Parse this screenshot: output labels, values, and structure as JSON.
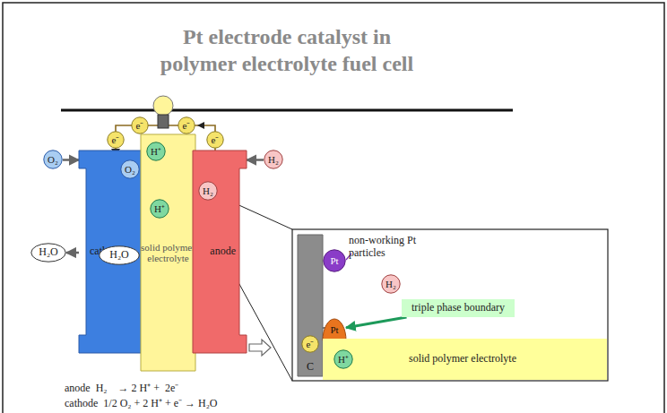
{
  "diagram": {
    "title": "Pt electrode catalyst in polymer electrolyte fuel cell",
    "nodes": [
      {
        "text": [
          "cathode"
        ]
      },
      {
        "text": [
          "H₂O"
        ],
        "in": 0
      },
      {
        "text": [
          "O₂"
        ],
        "in": 0
      },
      {
        "text": [
          "solid polymer electrolyte"
        ]
      },
      {
        "text": [
          "H⁺"
        ],
        "in": 3
      },
      {
        "text": [
          "H⁺"
        ],
        "in": 3
      },
      {
        "text": [
          "anode"
        ]
      },
      {
        "text": [
          "H₂"
        ],
        "in": 6
      },
      {
        "text": [
          "O₂"
        ]
      },
      {
        "text": [
          "H₂"
        ]
      },
      {
        "text": [
          "H₂O"
        ]
      },
      {
        "text": [
          "e⁻"
        ]
      },
      {
        "text": [
          "e⁻"
        ]
      },
      {
        "text": [
          "e⁻"
        ]
      },
      {
        "text": [
          "e⁻"
        ]
      },
      {
        "text": [
          "C"
        ]
      },
      {
        "text": [
          "e⁻"
        ],
        "in": 15
      },
      {
        "text": [
          "Pt"
        ]
      },
      {
        "text": [
          "H₂"
        ]
      },
      {
        "text": [
          "Pt"
        ]
      },
      {
        "text": [
          "triple phase boundary"
        ]
      },
      {
        "text": [
          "solid polymer electrolyte"
        ]
      },
      {
        "text": [
          "H⁺"
        ],
        "in": 21
      }
    ],
    "edges": [
      {
        "from": 8,
        "to": 0,
        "arrow": "to"
      },
      {
        "from": 9,
        "to": 6,
        "arrow": "to"
      },
      {
        "from": 0,
        "to": 10,
        "arrow": "to"
      },
      {
        "from": 20,
        "to": 19,
        "arrow": "to"
      }
    ],
    "labels": [
      "non-working Pt particles",
      "anode  H₂    → 2 H⁺ +  2e⁻",
      "cathode  1/2 O₂ + 2 H⁺ + e⁻ → H₂O"
    ]
  }
}
